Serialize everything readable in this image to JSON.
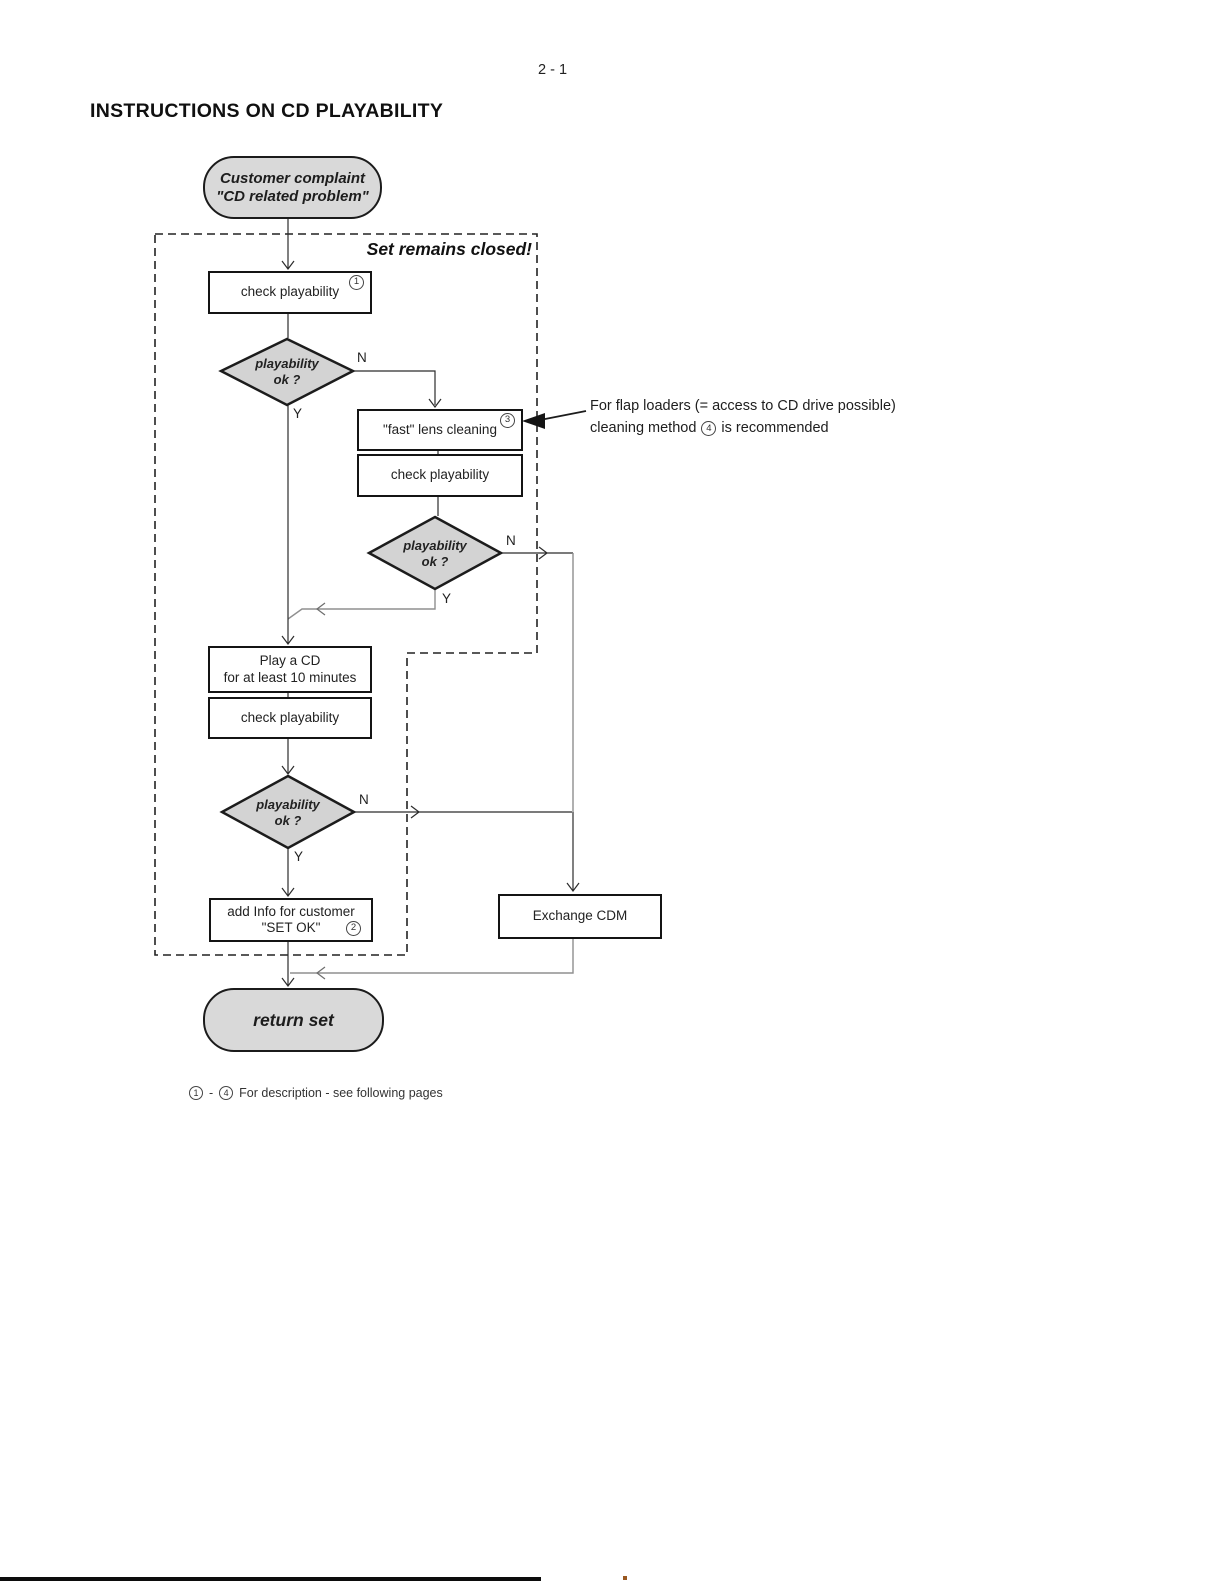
{
  "page": {
    "number": "2 - 1",
    "title": "INSTRUCTIONS ON CD PLAYABILITY"
  },
  "flowchart": {
    "region_label": "Set remains closed!",
    "start": {
      "line1": "Customer complaint",
      "line2": "\"CD related problem\""
    },
    "end": {
      "label": "return set"
    },
    "nodes": {
      "check1": {
        "label": "check playability",
        "ref": "1"
      },
      "fast_clean": {
        "label": "\"fast\" lens cleaning",
        "ref": "3"
      },
      "check2": {
        "label": "check playability"
      },
      "play_cd": {
        "line1": "Play a CD",
        "line2": "for at least 10 minutes"
      },
      "check3": {
        "label": "check playability"
      },
      "add_info": {
        "line1": "add Info for customer",
        "line2": "\"SET OK\"",
        "ref": "2"
      },
      "exchange": {
        "label": "Exchange CDM"
      }
    },
    "decisions": {
      "d1": {
        "line1": "playability",
        "line2": "ok ?"
      },
      "d2": {
        "line1": "playability",
        "line2": "ok ?"
      },
      "d3": {
        "line1": "playability",
        "line2": "ok ?"
      }
    },
    "branch_labels": {
      "yes": "Y",
      "no": "N"
    },
    "annotation": {
      "line1": "For flap loaders (= access to CD drive possible)",
      "line2_pre": "cleaning method",
      "ref": "4",
      "line2_post": "is recommended"
    },
    "footnote": {
      "ref_from": "1",
      "dash": "-",
      "ref_to": "4",
      "text": "For description - see following pages"
    }
  },
  "colors": {
    "shape_fill": "#d3d3d3",
    "line_dark": "#2c2c2c",
    "line_muted": "#8f8f8f"
  }
}
